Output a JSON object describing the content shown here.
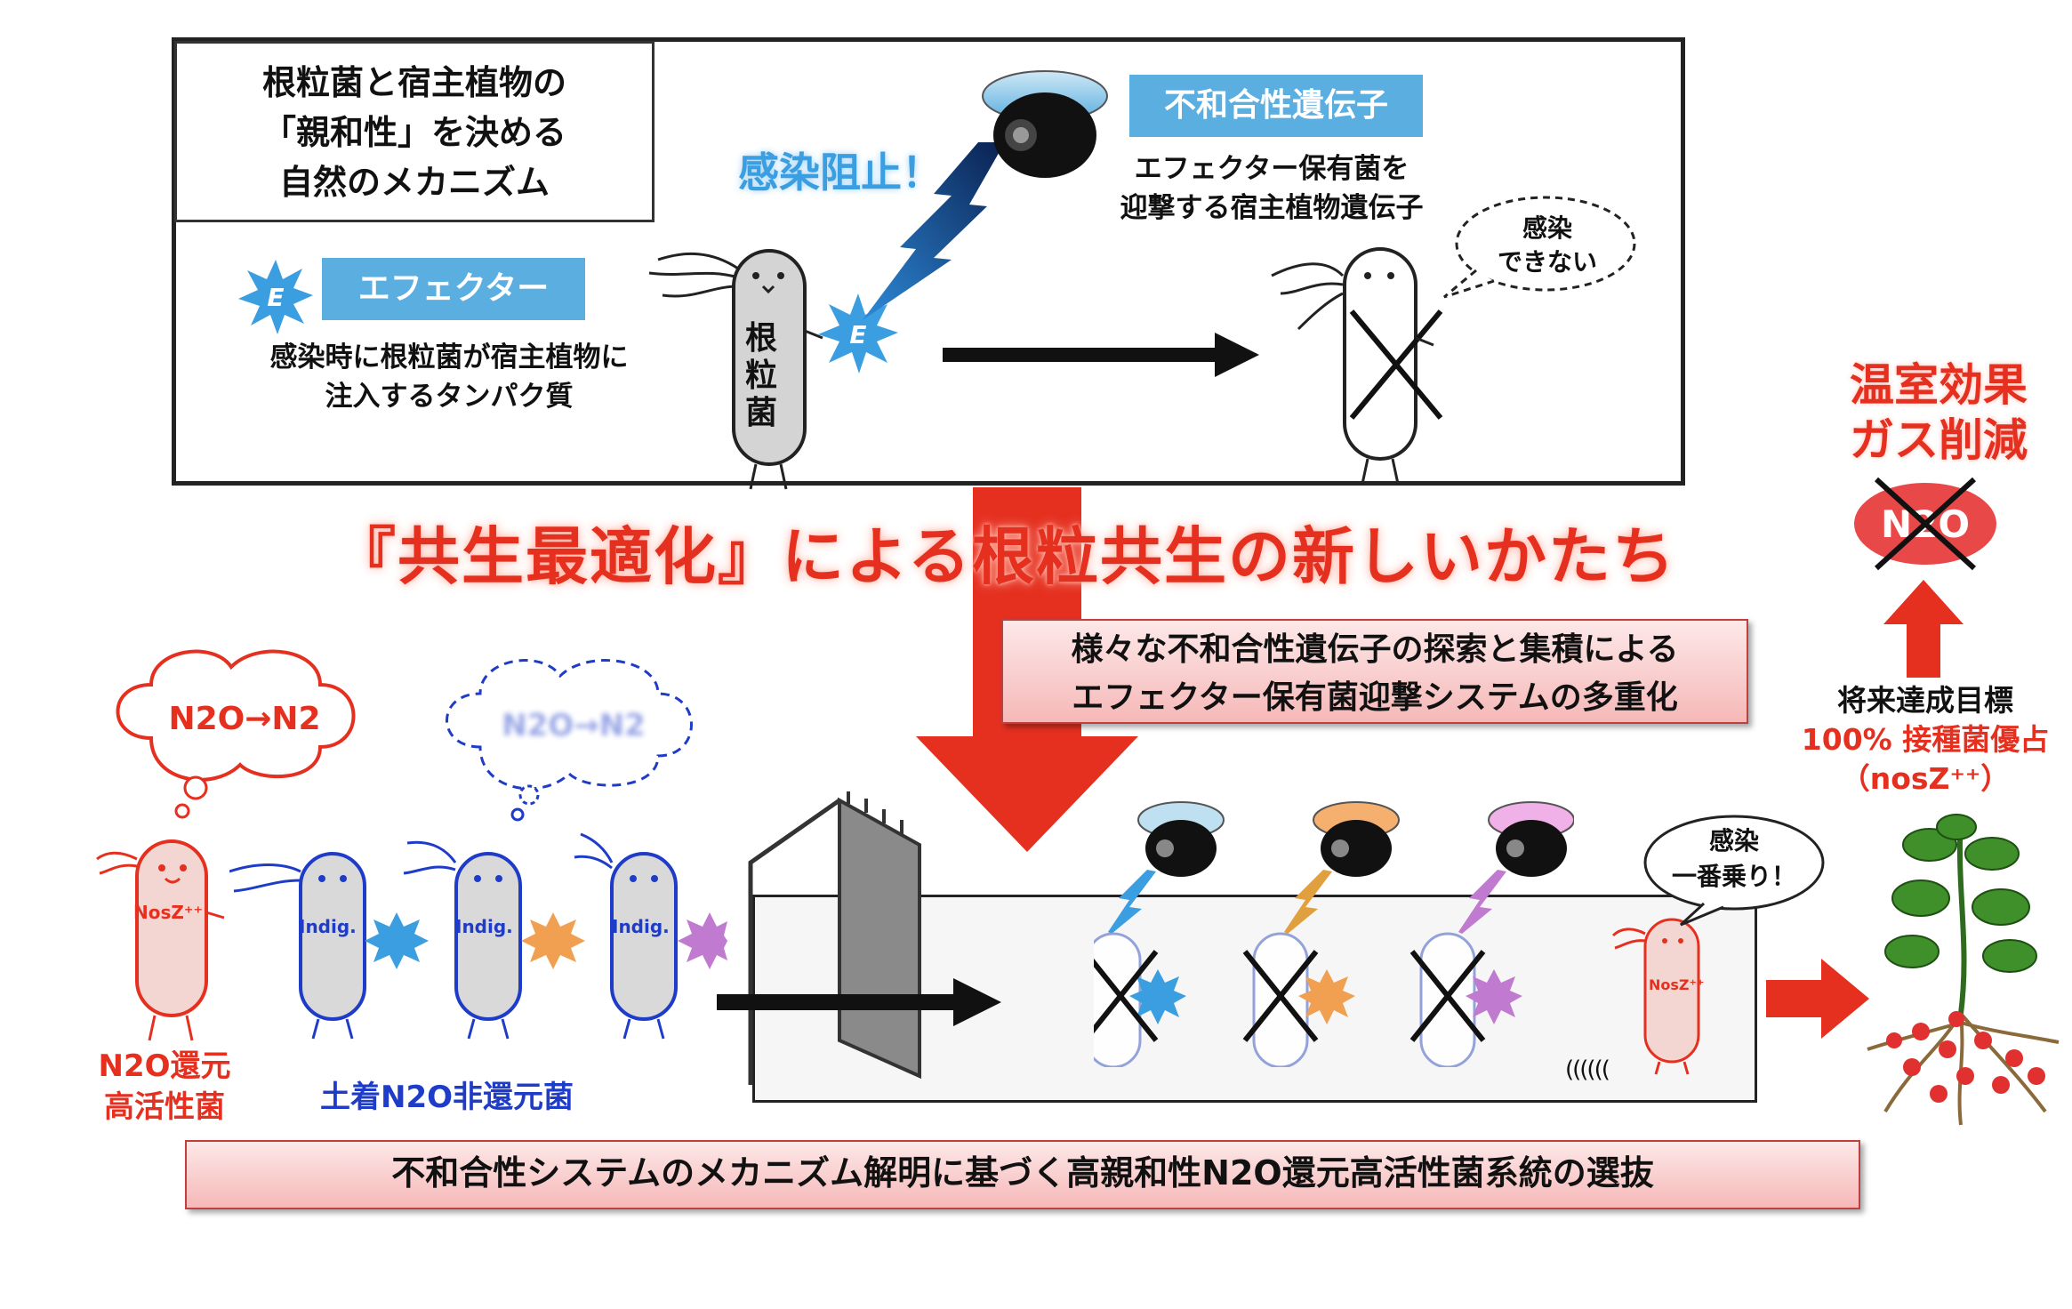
{
  "title_box": {
    "line1": "根粒菌と宿主植物の",
    "line2": "「親和性」を決める",
    "line3": "自然のメカニズム"
  },
  "effector": {
    "label": "エフェクター",
    "badge": "E",
    "desc_line1": "感染時に根粒菌が宿主植物に",
    "desc_line2": "注入するタンパク質"
  },
  "incompat_gene": {
    "label": "不和合性遺伝子",
    "desc_line1": "エフェクター保有菌を",
    "desc_line2": "迎撃する宿主植物遺伝子"
  },
  "infection_block": "感染阻止！",
  "rhizobium_label": "根粒菌",
  "cannot_infect": {
    "line1": "感染",
    "line2": "できない"
  },
  "greenhouse": {
    "line1": "温室効果",
    "line2": "ガス削減",
    "gas": "N2O"
  },
  "headline": "『共生最適化』による根粒共生の新しいかたち",
  "multiplex_box": {
    "line1": "様々な不和合性遺伝子の探索と集積による",
    "line2": "エフェクター保有菌迎撃システムの多重化"
  },
  "goal": {
    "line1": "将来達成目標",
    "line2": "100% 接種菌優占",
    "line3": "（nosZ⁺⁺）"
  },
  "thought_red": "N2O→N2",
  "thought_blue": "N2O→N2",
  "nosz_label": "NosZ⁺⁺",
  "indig_label": "Indig.",
  "red_bacteria_caption": {
    "line1": "N2O還元",
    "line2": "高活性菌"
  },
  "blue_bacteria_caption": "土着N2O非還元菌",
  "first_infect": {
    "line1": "感染",
    "line2": "一番乗り！"
  },
  "bottom_box": "不和合性システムのメカニズム解明に基づく高親和性N2O還元高活性菌系統の選抜",
  "colors": {
    "red": "#e53020",
    "blue": "#1e3cc8",
    "label_blue": "#5aaee0",
    "pink_box": "#f6b8b8"
  }
}
